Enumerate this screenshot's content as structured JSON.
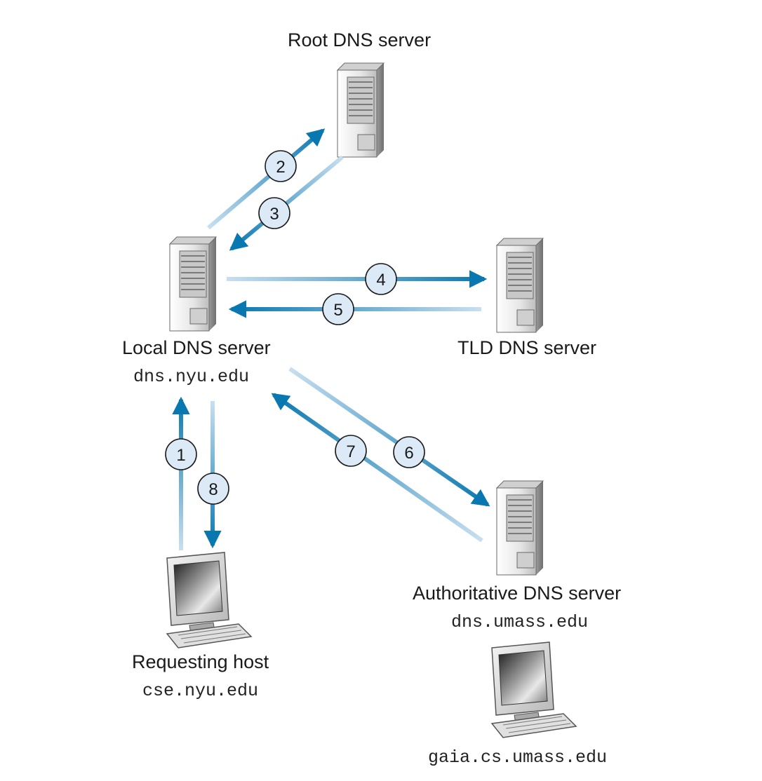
{
  "nodes": {
    "root": {
      "title": "Root DNS server"
    },
    "local": {
      "title": "Local DNS server",
      "hostname": "dns.nyu.edu"
    },
    "tld": {
      "title": "TLD DNS server"
    },
    "authoritative": {
      "title": "Authoritative DNS server",
      "hostname": "dns.umass.edu"
    },
    "requesting": {
      "title": "Requesting host",
      "hostname": "cse.nyu.edu"
    },
    "target": {
      "hostname": "gaia.cs.umass.edu"
    }
  },
  "steps": [
    "1",
    "2",
    "3",
    "4",
    "5",
    "6",
    "7",
    "8"
  ],
  "colors": {
    "arrow": "#0a78b0",
    "arrow_faded": "#c8dff0",
    "badge_fill": "#dce9f6",
    "badge_stroke": "#1a1a1a"
  }
}
